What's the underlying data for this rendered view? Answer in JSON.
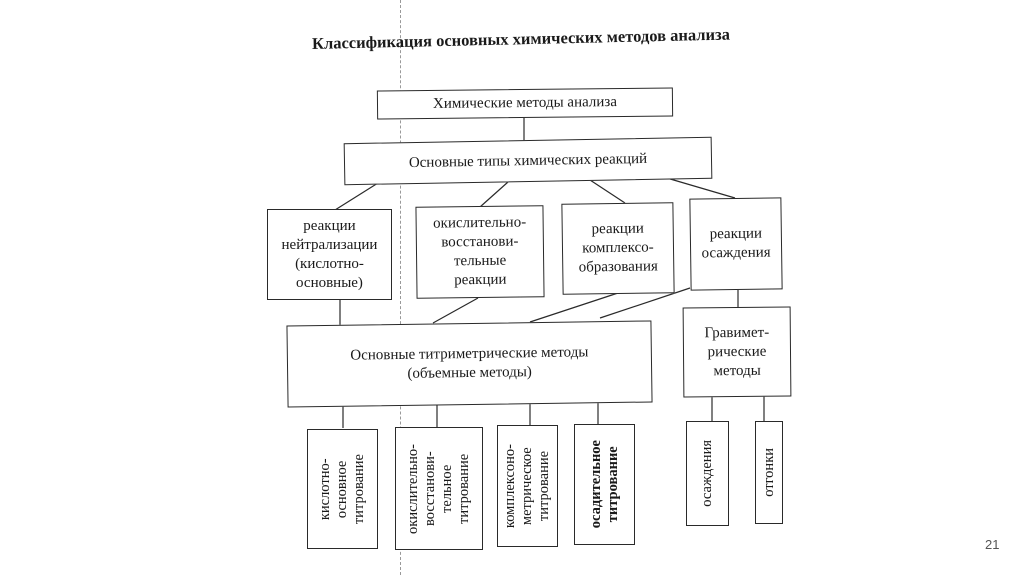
{
  "title": "Классификация основных химических методов анализа",
  "page_number": "21",
  "nodes": {
    "root": "Химические  методы анализа",
    "reaction_types": "Основные типы химических реакций",
    "neutralization": "реакции\nнейтрализации\n(кислотно-\nосновные)",
    "redox": "окислительно-\nвосстанови-\nтельные\nреакции",
    "complexation": "реакции\nкомплексо-\nобразования",
    "precipitation": "реакции\nосаждения",
    "titrimetric": "Основные титриметрические методы\n(объемные методы)",
    "gravimetric": "Гравимет-\nрические\nметоды",
    "acid_base_titration": "кислотно-\nосновное\nтитрование",
    "redox_titration": "окислительно-\nвосстанови-\nтельное\nтитрование",
    "complexometric_titration": "комплексоно-\nметрическое\nтитрование",
    "precipitation_titration": "осадительное\nтитрование",
    "grav_precipitation": "осаждения",
    "grav_distillation": "отгонки"
  }
}
